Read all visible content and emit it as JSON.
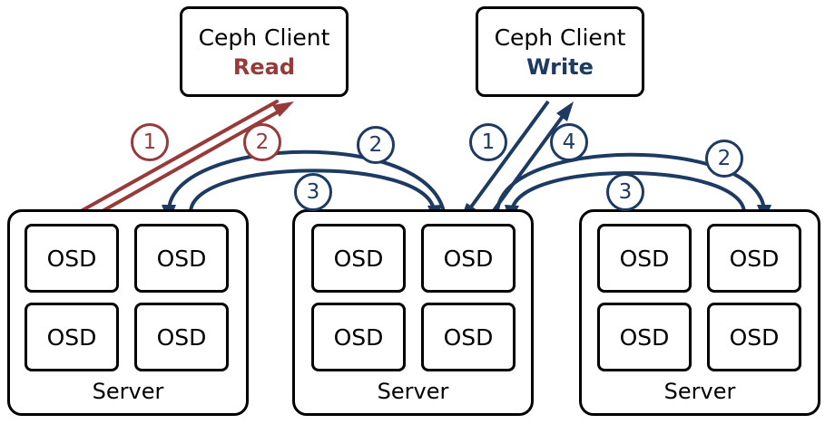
{
  "colors": {
    "read": "#993a3a",
    "write": "#1d3a63",
    "stroke": "#000000"
  },
  "clients": [
    {
      "line1": "Ceph Client",
      "line2": "Read"
    },
    {
      "line1": "Ceph Client",
      "line2": "Write"
    }
  ],
  "servers": [
    {
      "label": "Server",
      "osds": [
        "OSD",
        "OSD",
        "OSD",
        "OSD"
      ]
    },
    {
      "label": "Server",
      "osds": [
        "OSD",
        "OSD",
        "OSD",
        "OSD"
      ]
    },
    {
      "label": "Server",
      "osds": [
        "OSD",
        "OSD",
        "OSD",
        "OSD"
      ]
    }
  ],
  "steps": [
    "1",
    "2",
    "2",
    "3",
    "1",
    "4",
    "2",
    "3"
  ]
}
